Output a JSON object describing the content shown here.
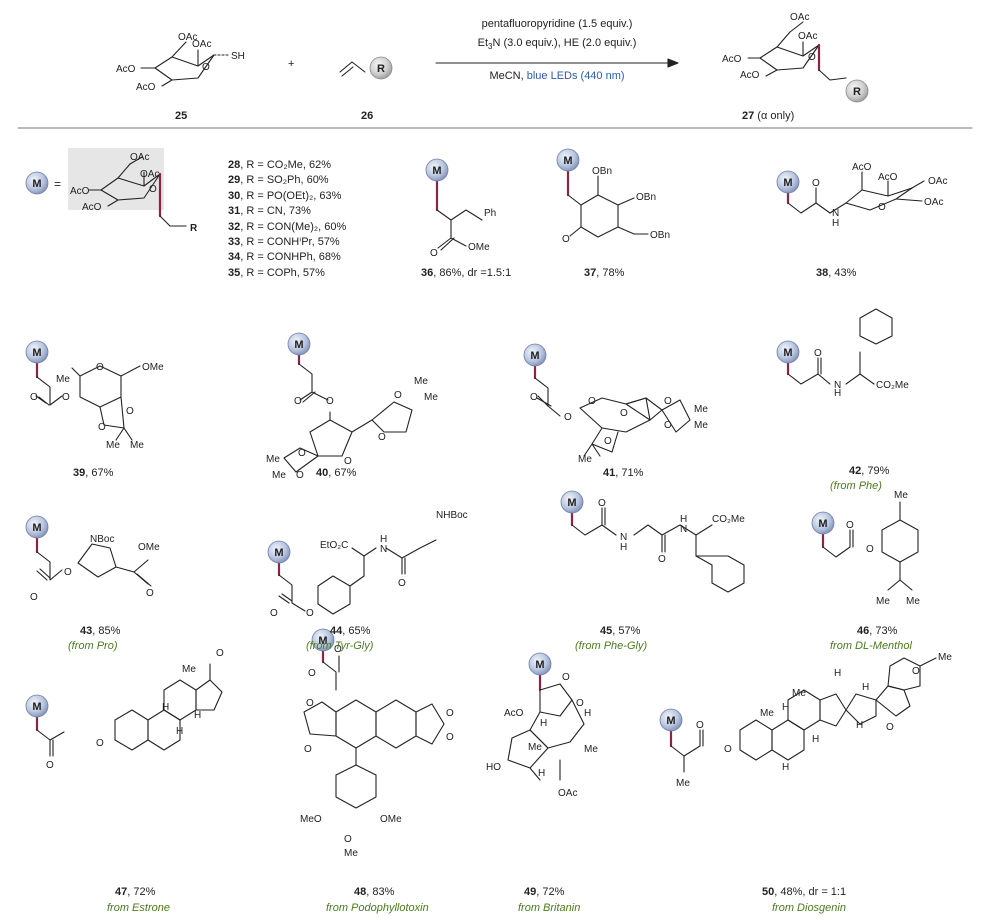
{
  "header": {
    "reagent_25_label": "25",
    "reagent_26_label": "26",
    "plus": "+",
    "conditions_line1": "pentafluoropyridine (1.5 equiv.)",
    "conditions_line2_a": "Et",
    "conditions_line2_sub": "3",
    "conditions_line2_b": "N (3.0 equiv.), HE (2.0 equiv.)",
    "conditions_line3_a": "MeCN, ",
    "conditions_line3_blue": "blue LEDs (440 nm)",
    "product_label_num": "27",
    "product_label_rest": " (α only)",
    "r_letter": "R",
    "m_letter": "M"
  },
  "r_list": [
    {
      "num": "28",
      "text": ", R = CO₂Me, 62%"
    },
    {
      "num": "29",
      "text": ", R = SO₂Ph, 60%"
    },
    {
      "num": "30",
      "text": ", R = PO(OEt)₂, 63%"
    },
    {
      "num": "31",
      "text": ", R = CN, 73%"
    },
    {
      "num": "32",
      "text": ", R = CON(Me)₂, 60%"
    },
    {
      "num": "33",
      "text": ", R = CONHⁱPr, 57%"
    },
    {
      "num": "34",
      "text": ", R = CONHPh, 68%"
    },
    {
      "num": "35",
      "text": ", R = COPh, 57%"
    }
  ],
  "compounds": [
    {
      "num": "36",
      "rest": ", 86%, dr =1.5:1",
      "source": ""
    },
    {
      "num": "37",
      "rest": ", 78%",
      "source": ""
    },
    {
      "num": "38",
      "rest": ", 43%",
      "source": ""
    },
    {
      "num": "39",
      "rest": ", 67%",
      "source": ""
    },
    {
      "num": "40",
      "rest": ", 67%",
      "source": ""
    },
    {
      "num": "41",
      "rest": ", 71%",
      "source": ""
    },
    {
      "num": "42",
      "rest": ", 79%",
      "source": "(from Phe)"
    },
    {
      "num": "43",
      "rest": ", 85%",
      "source": "(from Pro)"
    },
    {
      "num": "44",
      "rest": ", 65%",
      "source": "(from Tyr-Gly)"
    },
    {
      "num": "45",
      "rest": ", 57%",
      "source": "(from Phe-Gly)"
    },
    {
      "num": "46",
      "rest": ", 73%",
      "source": "from DL-Menthol"
    },
    {
      "num": "47",
      "rest": ", 72%",
      "source": "from Estrone"
    },
    {
      "num": "48",
      "rest": ", 83%",
      "source": "from Podophyllotoxin"
    },
    {
      "num": "49",
      "rest": ", 72%",
      "source": "from Britanin"
    },
    {
      "num": "50",
      "rest": ", 48%, dr = 1:1",
      "source": "from Diosgenin"
    }
  ],
  "atoms": {
    "OAc": "OAc",
    "AcO": "AcO",
    "SH": "SH",
    "O": "O",
    "OMe": "OMe",
    "Ph": "Ph",
    "OBn": "OBn",
    "H": "H",
    "N": "N",
    "NBoc": "NBoc",
    "NHBoc": "NHBoc",
    "EtO2C": "EtO₂C",
    "CO2Me": "CO₂Me",
    "Me": "Me",
    "HO": "HO",
    "MeO": "MeO",
    "equals": "="
  },
  "colors": {
    "bond": "#222222",
    "linker": "#8a2346",
    "sphere": "#a9b8d6",
    "highlight": "#e6e6e6",
    "source_text": "#4a7a1e",
    "led_text": "#2e5aa8"
  }
}
